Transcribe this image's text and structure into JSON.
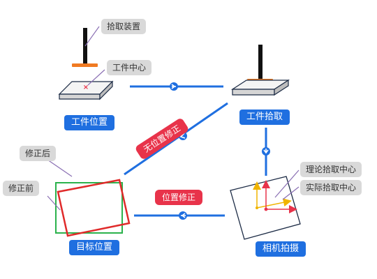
{
  "labels": {
    "pickup_device": "拾取装置",
    "workpiece_center": "工件中心",
    "workpiece_position": "工件位置",
    "workpiece_pickup": "工件拾取",
    "no_position_correction": "无位置修正",
    "after_correction": "修正后",
    "before_correction": "修正前",
    "position_correction": "位置修正",
    "theoretical_center": "理论拾取中心",
    "actual_center": "实际拾取中心",
    "target_position": "目标位置",
    "camera_capture": "相机拍摄"
  },
  "colors": {
    "blue": "#1f6fe0",
    "red": "#e8334a",
    "green": "#2bb24c",
    "orange": "#f07a22",
    "grey": "#d9d9d9"
  }
}
